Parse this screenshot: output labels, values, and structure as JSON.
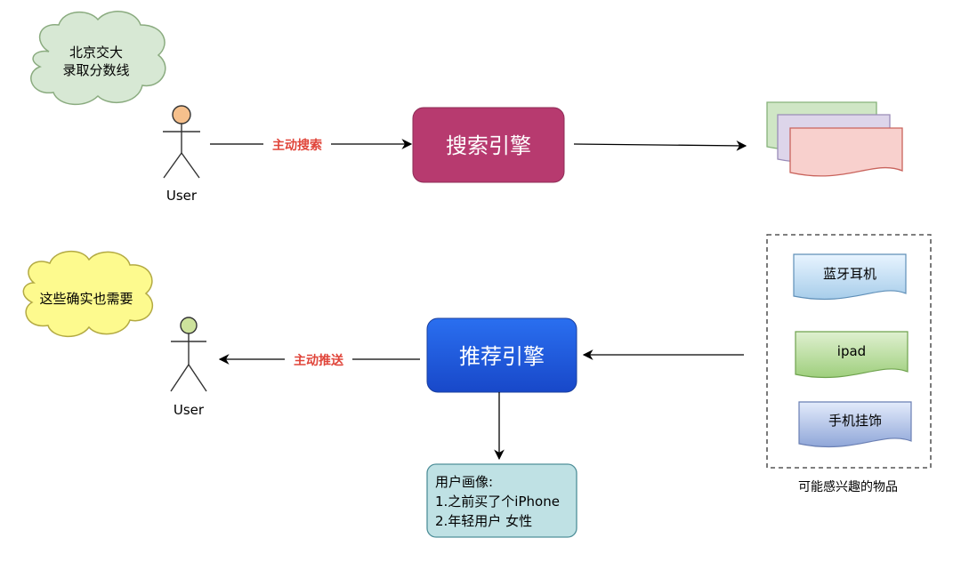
{
  "top": {
    "cloud_text": [
      "北京交大",
      "录取分数线"
    ],
    "user_label": "User",
    "edge_label": "主动搜索",
    "engine_label": "搜索引擎"
  },
  "bottom": {
    "cloud_text": "这些确实也需要",
    "user_label": "User",
    "edge_label": "主动推送",
    "engine_label": "推荐引擎",
    "profile": {
      "title": "用户画像:",
      "lines": [
        "1.之前买了个iPhone",
        "2.年轻用户  女性"
      ]
    },
    "items": [
      "蓝牙耳机",
      "ipad",
      "手机挂饰"
    ],
    "items_caption": "可能感兴趣的物品"
  },
  "colors": {
    "search_engine": "#b73a6f",
    "recommend_engine": "#1f5ddc",
    "edge_label": "#e0453a",
    "cloud_top": "#d7e8d4",
    "cloud_bottom": "#fdfa8e",
    "user_top_head": "#f6c08c",
    "user_bottom_head": "#cde29c",
    "profile_box": "#bfe1e4",
    "doc_pink": "#f8d0cd",
    "doc_purple": "#ddd5ea",
    "doc_green": "#cfe6c5"
  }
}
